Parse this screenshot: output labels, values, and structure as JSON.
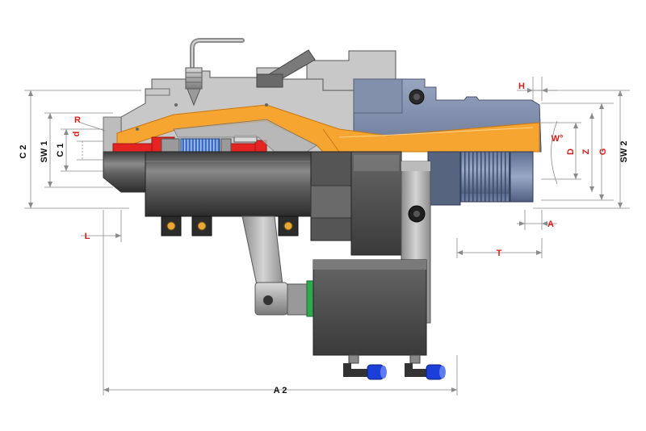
{
  "labels": {
    "c2": "C 2",
    "sw1": "SW 1",
    "c1": "C 1",
    "d_small": "d",
    "r": "R",
    "l": "L",
    "a2": "A 2",
    "h": "H",
    "w": "W°",
    "d_big": "D",
    "z": "Z",
    "g": "G",
    "sw2": "SW 2",
    "a": "A",
    "t": "T"
  },
  "colors": {
    "background": "#ffffff",
    "steel_light": "#c9c9c9",
    "steel_dark": "#4a4a4a",
    "blue_gray": "#7d8ba8",
    "orange": "#f7a531",
    "red": "#e52320",
    "blue_spring": "#3d6fc9",
    "blue_fitting": "#1b3fd8",
    "green_ring": "#2fa84f",
    "dim_line": "#888888",
    "red_label": "#d4201a",
    "black_label": "#111111"
  }
}
